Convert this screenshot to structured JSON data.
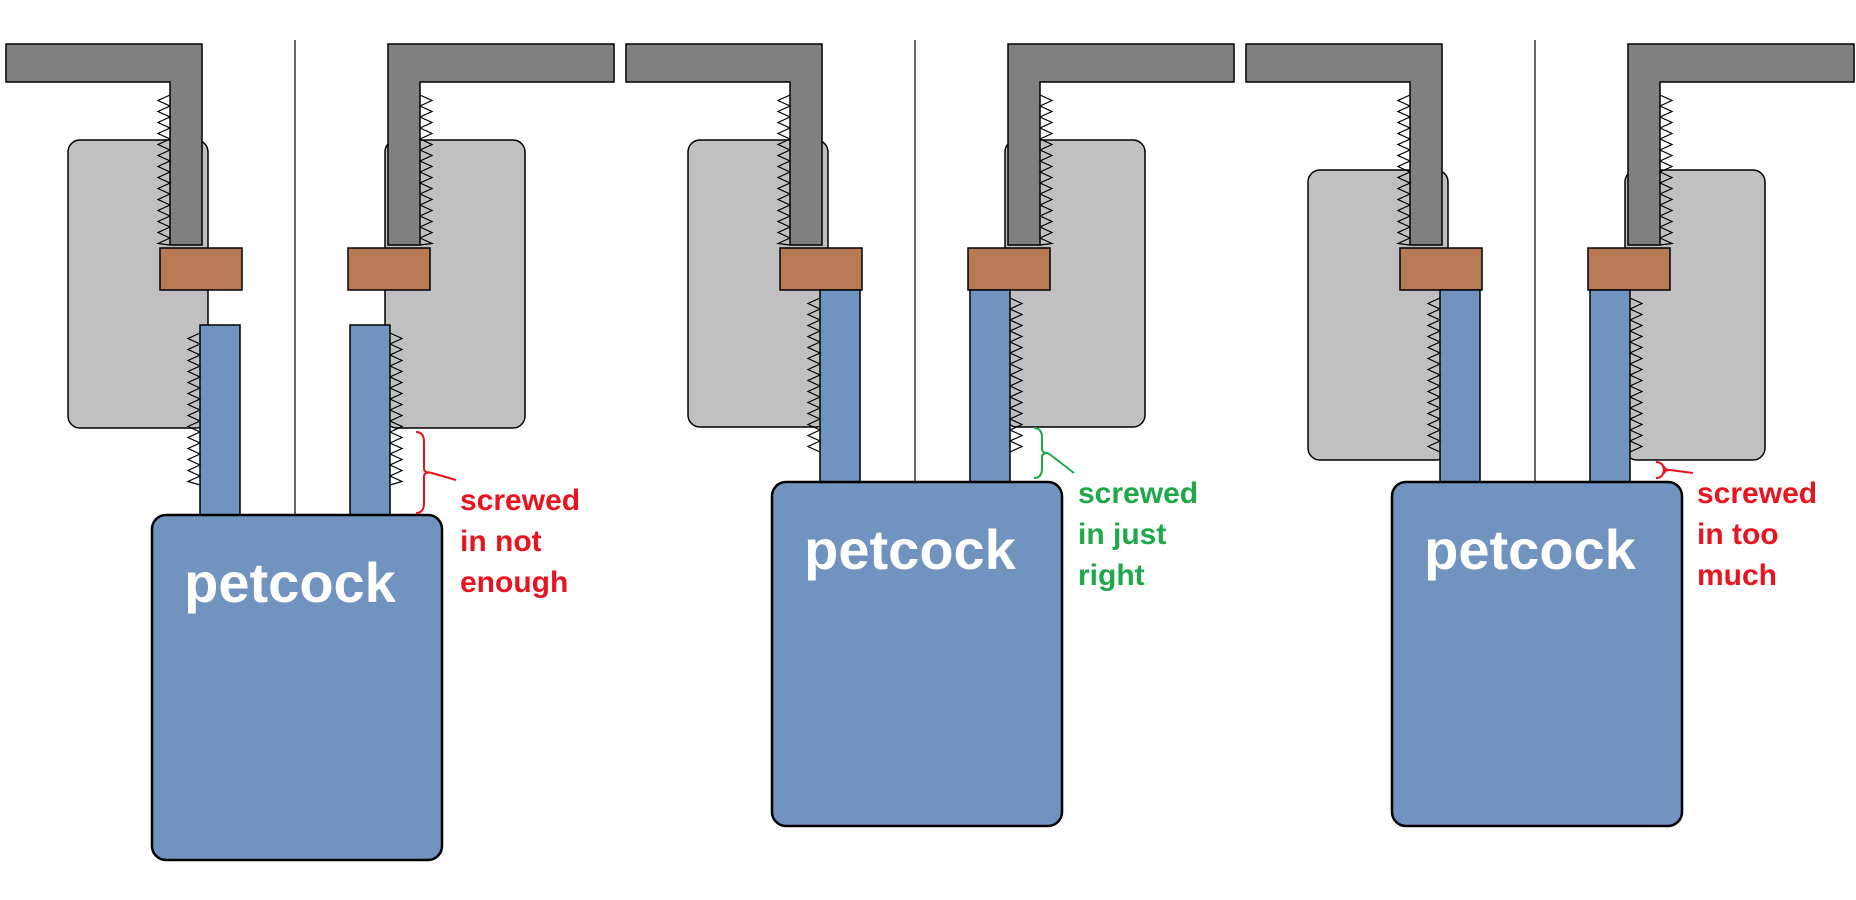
{
  "colors": {
    "background": "#ffffff",
    "tank_bracket": "#808080",
    "fitting": "#c0c0c0",
    "gasket": "#b87a55",
    "petcock": "#7093c0",
    "outline": "#000000",
    "centerline": "#000000",
    "label_text": "#ffffff",
    "status_bad": "#e8141f",
    "status_good": "#1fa84a"
  },
  "panels": [
    {
      "id": "not-enough",
      "petcock_label": "petcock",
      "annotation": [
        "screwed",
        "in not",
        "enough"
      ],
      "status": "bad",
      "depth": "not enough"
    },
    {
      "id": "just-right",
      "petcock_label": "petcock",
      "annotation": [
        "screwed",
        "in just",
        "right"
      ],
      "status": "good",
      "depth": "just right"
    },
    {
      "id": "too-much",
      "petcock_label": "petcock",
      "annotation": [
        "screwed",
        "in too",
        "much"
      ],
      "status": "bad",
      "depth": "too much"
    }
  ]
}
